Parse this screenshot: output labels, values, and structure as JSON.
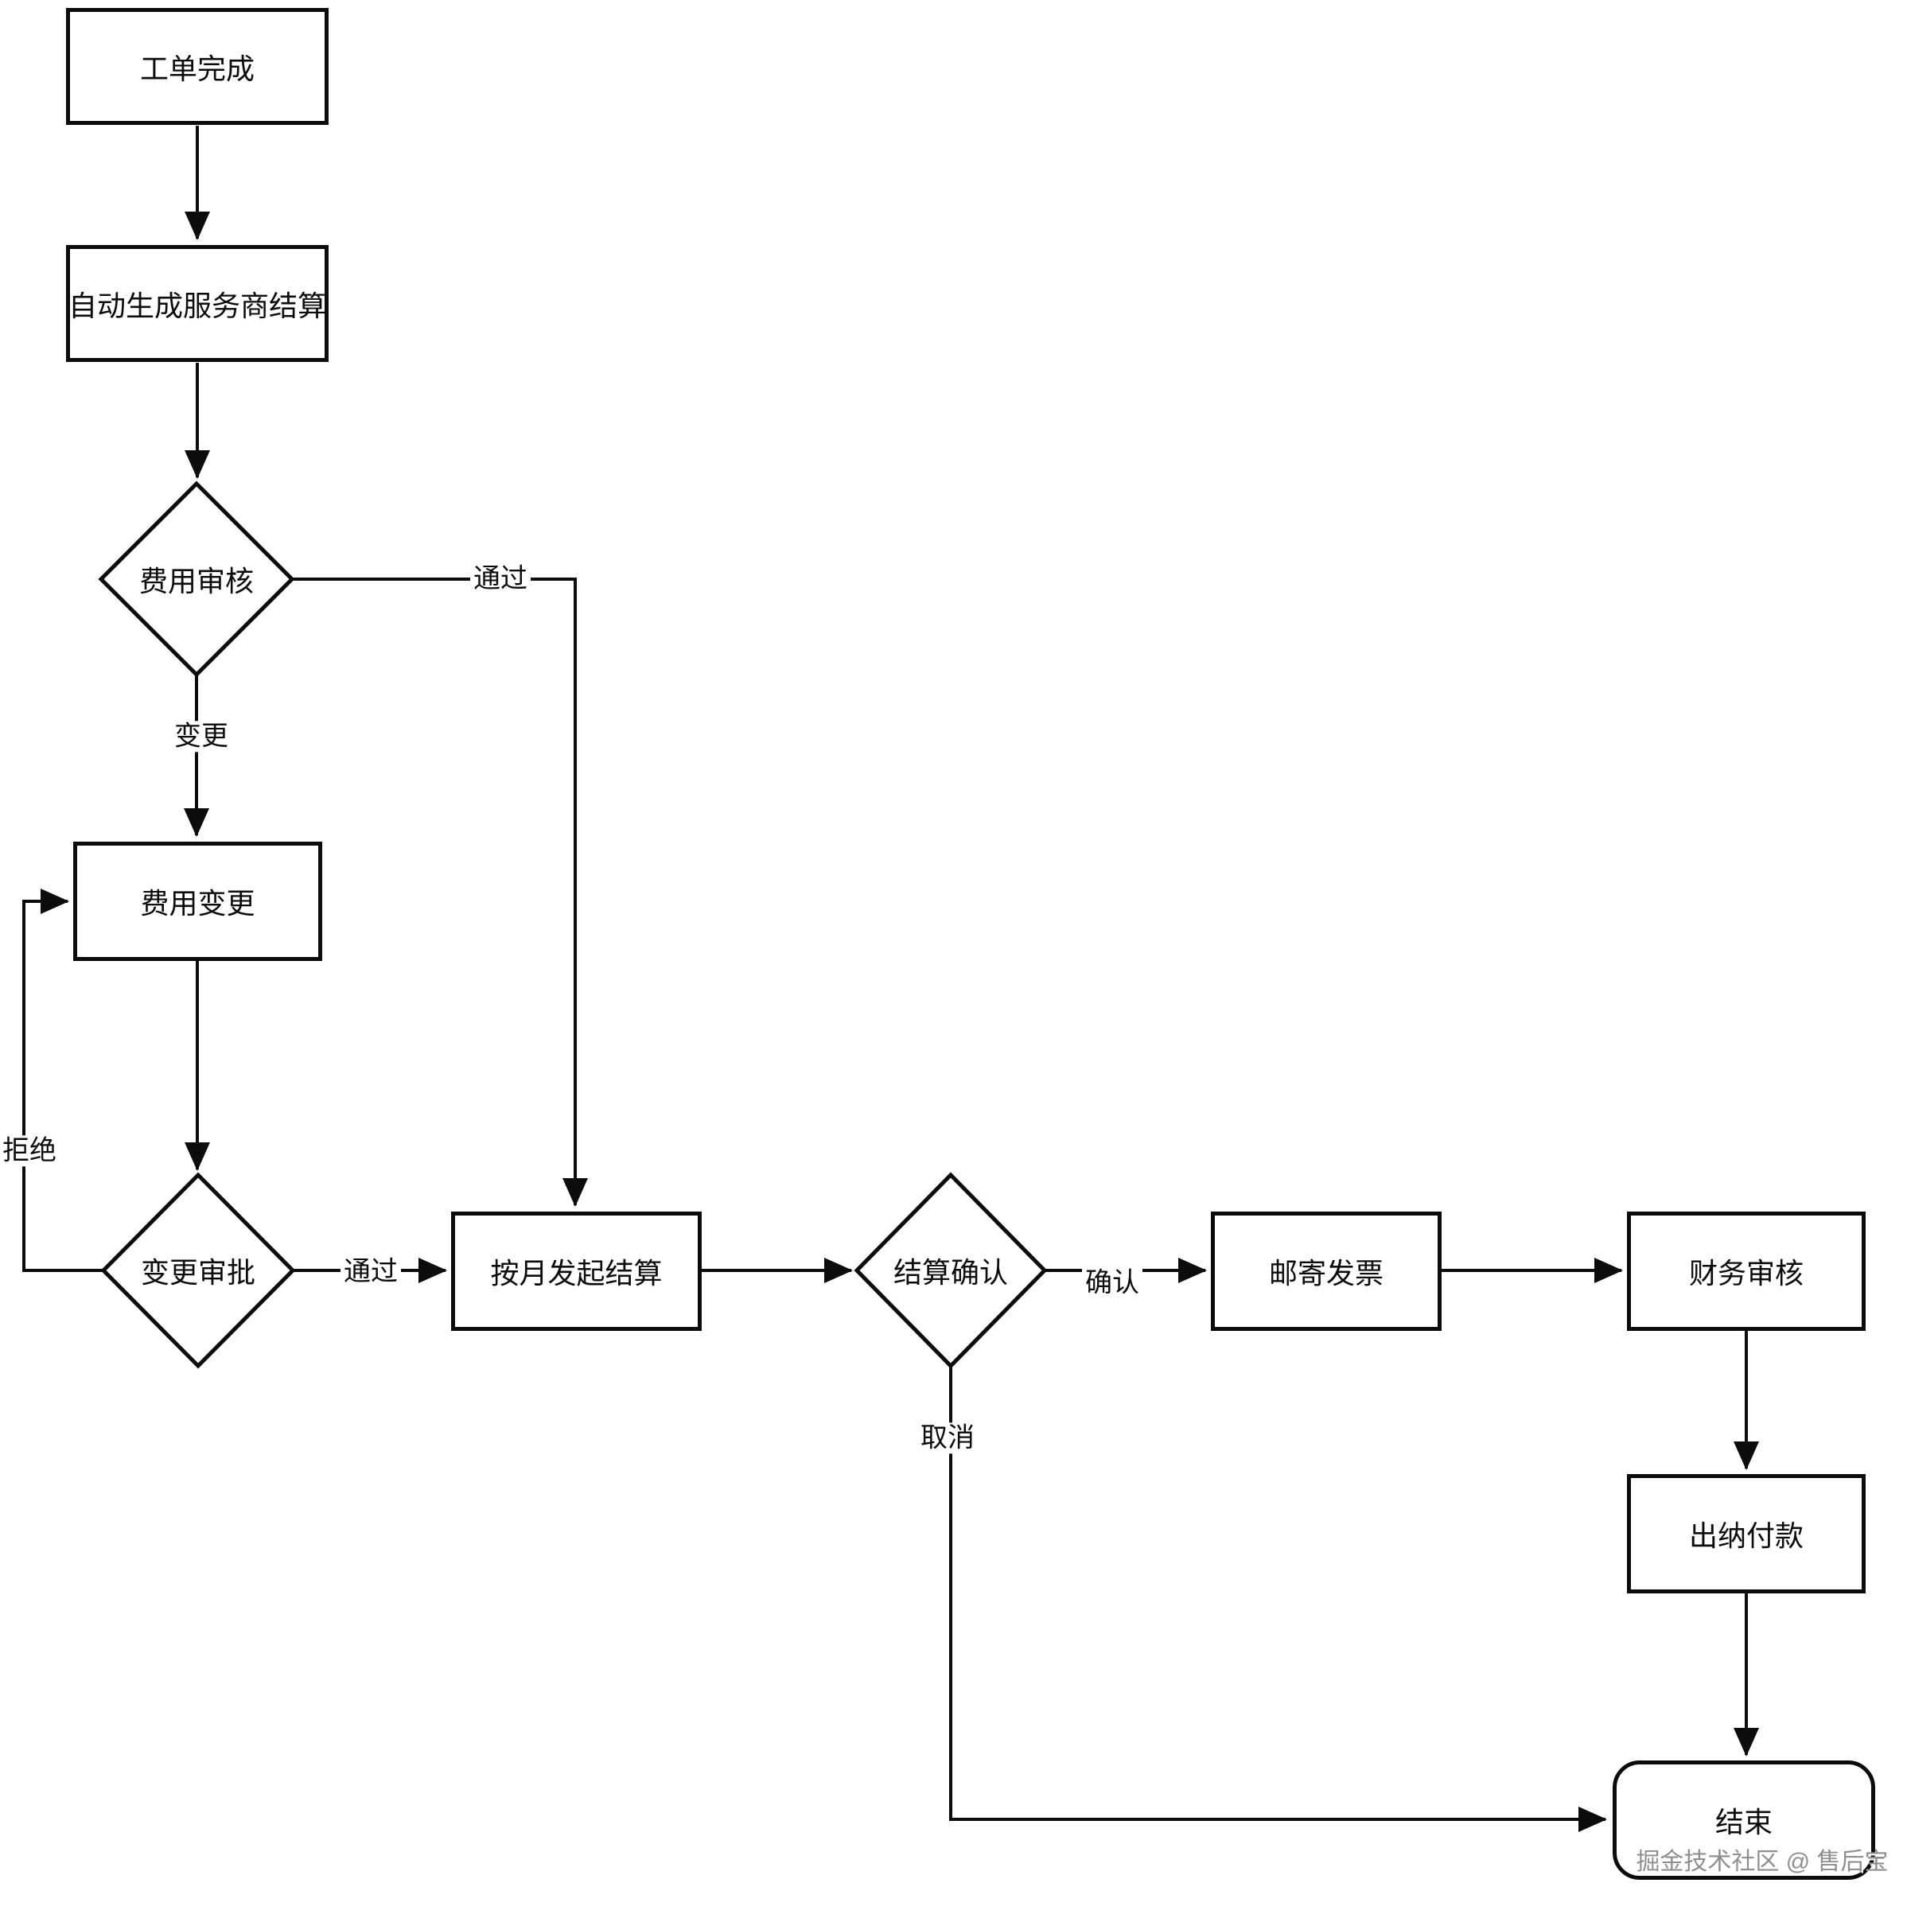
{
  "diagram": {
    "nodes": {
      "work_order_done": "工单完成",
      "auto_generate_settlement": "自动生成服务商结算",
      "cost_review": "费用审核",
      "cost_change": "费用变更",
      "change_approval": "变更审批",
      "monthly_settlement": "按月发起结算",
      "settlement_confirm": "结算确认",
      "mail_invoice": "邮寄发票",
      "finance_review": "财务审核",
      "cashier_payment": "出纳付款",
      "end": "结束"
    },
    "edges": {
      "cost_review_pass": "通过",
      "cost_review_change": "变更",
      "change_approval_reject": "拒绝",
      "change_approval_pass": "通过",
      "settlement_confirm_ok": "确认",
      "settlement_confirm_cancel": "取消"
    },
    "watermark": "掘金技术社区 @ 售后宝",
    "colors": {
      "line": "#0c0c0c",
      "background": "#ffffff",
      "watermark": "#8f8f8f"
    }
  }
}
